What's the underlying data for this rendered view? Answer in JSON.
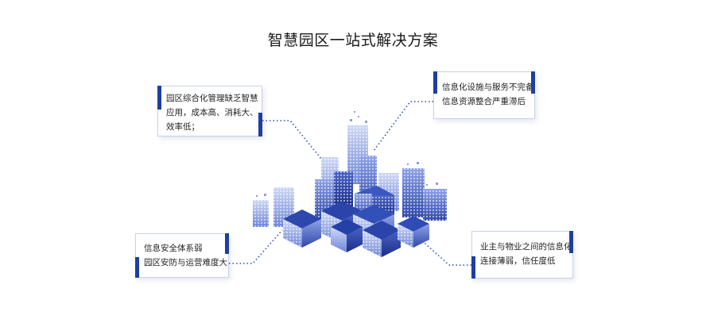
{
  "title": "智慧园区一站式解决方案",
  "colors": {
    "accent": "#1f3f9e",
    "connector": "#2b4fb8",
    "building_light": "#7c93dd",
    "building_dark": "#2a3f9a"
  },
  "boxes": {
    "top_left": {
      "lines": [
        "园区综合化管理缺乏智慧",
        "应用，成本高、消耗大、",
        "效率低；"
      ]
    },
    "top_right": {
      "lines": [
        "信息化设施与服务不完备",
        "信息资源整合严重滞后"
      ]
    },
    "bottom_left": {
      "lines": [
        "信息安全体系弱",
        "园区安防与运营难度大"
      ]
    },
    "bottom_right": {
      "lines": [
        "业主与物业之间的信息化",
        "连接薄弱，信任度低"
      ]
    }
  }
}
